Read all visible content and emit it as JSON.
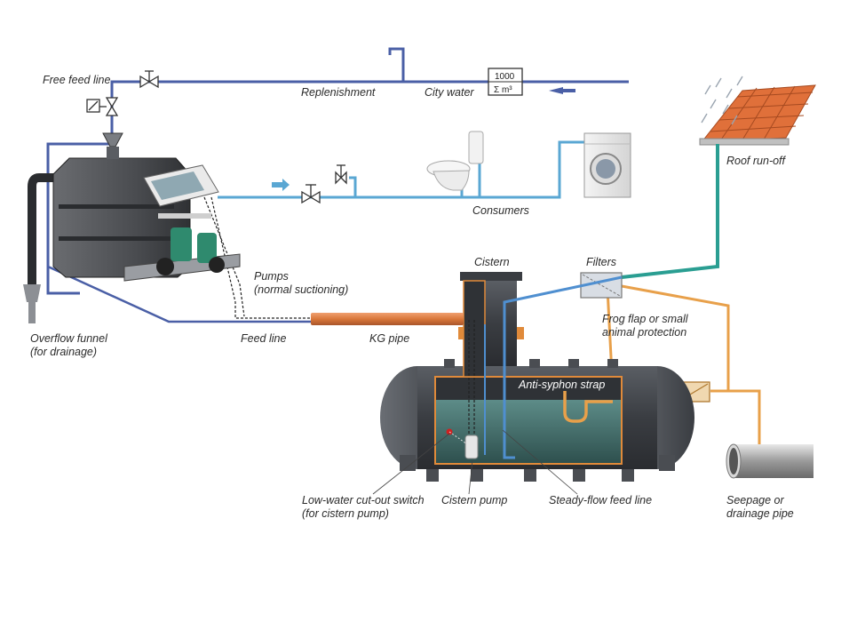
{
  "labels": {
    "free_feed_line": "Free feed line",
    "replenishment": "Replenishment",
    "city_water": "City water",
    "meter_top": "1000",
    "meter_bottom": "Σ m³",
    "roof_run_off": "Roof run-off",
    "consumers": "Consumers",
    "pumps_line1": "Pumps",
    "pumps_line2": "(normal suctioning)",
    "cistern": "Cistern",
    "filters": "Filters",
    "frog_line1": "Frog flap or small",
    "frog_line2": "animal protection",
    "overflow_line1": "Overflow funnel",
    "overflow_line2": "(for drainage)",
    "feed_line": "Feed line",
    "kg_pipe": "KG pipe",
    "anti_syphon": "Anti-syphon strap",
    "low_water_line1": "Low-water cut-out switch",
    "low_water_line2": "(for cistern pump)",
    "cistern_pump": "Cistern pump",
    "steady_flow": "Steady-flow feed line",
    "seepage_line1": "Seepage or",
    "seepage_line2": "drainage pipe"
  },
  "colors": {
    "city_water_pipe": "#4a5fa6",
    "consumer_pipe": "#5aa7d3",
    "roof_pipe": "#2a9e92",
    "drain_pipe": "#e8a04a",
    "kg_pipe": "#d9773a",
    "roof_tile": "#e0703a",
    "tank_body": "#3a3d42",
    "water": "#3b6b68"
  }
}
